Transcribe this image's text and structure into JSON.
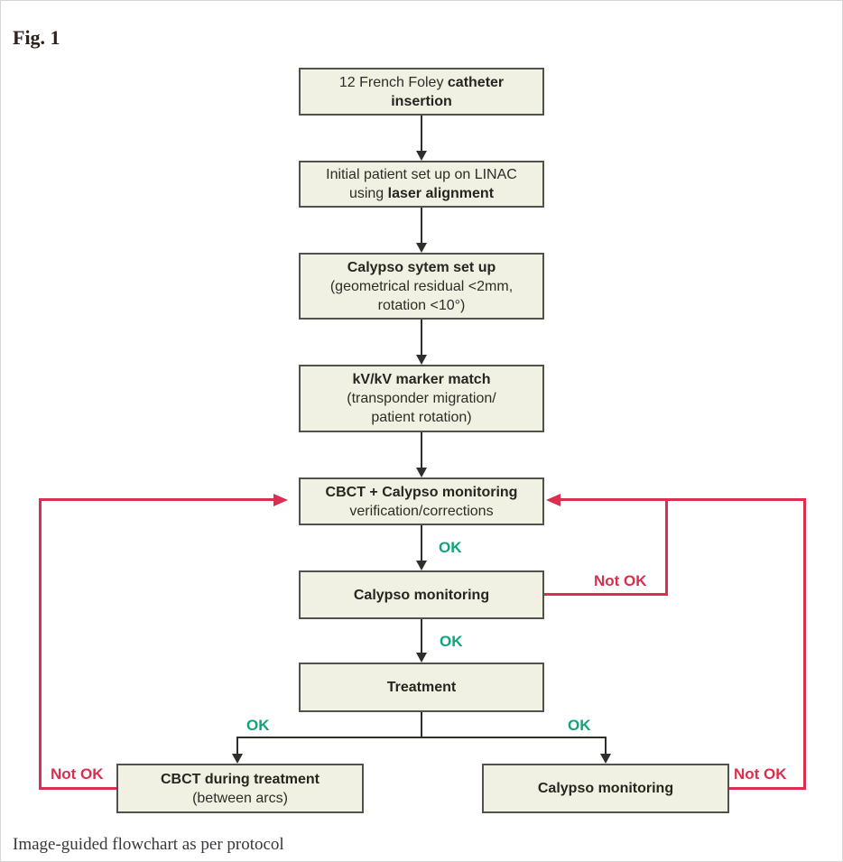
{
  "figure": {
    "label": "Fig. 1",
    "caption": "Image-guided flowchart as per protocol"
  },
  "labels": {
    "ok": "OK",
    "not_ok": "Not OK"
  },
  "colors": {
    "box_fill": "#f1f1e3",
    "box_border": "#52524c",
    "connector_black": "#2f2e2a",
    "ok_green": "#0fa57c",
    "not_ok_red": "#dc2e4e"
  },
  "nodes": {
    "catheter_insertion": {
      "line1_regular": "12 French Foley ",
      "line1_bold": "catheter",
      "line2_bold": "insertion"
    },
    "initial_setup": {
      "line1_regular": "Initial patient set up on LINAC",
      "line2_regular": "using ",
      "line2_bold": "laser alignment"
    },
    "calypso_setup": {
      "line1_bold": "Calypso sytem set up",
      "line2_regular": "(geometrical residual <2mm,",
      "line3_regular": "rotation <10°)"
    },
    "kv_marker_match": {
      "line1_bold": "kV/kV marker match",
      "line2_regular": "(transponder migration/",
      "line3_regular": "patient rotation)"
    },
    "cbct_calypso_monitoring": {
      "line1_bold": "CBCT + Calypso monitoring",
      "line2_regular": "verification/corrections"
    },
    "calypso_monitoring": {
      "line1_bold": "Calypso monitoring"
    },
    "treatment": {
      "line1_bold": "Treatment"
    },
    "cbct_during_treatment": {
      "line1_bold": "CBCT during treatment",
      "line2_regular": "(between arcs)"
    },
    "calypso_monitoring_final": {
      "line1_bold": "Calypso monitoring"
    }
  }
}
